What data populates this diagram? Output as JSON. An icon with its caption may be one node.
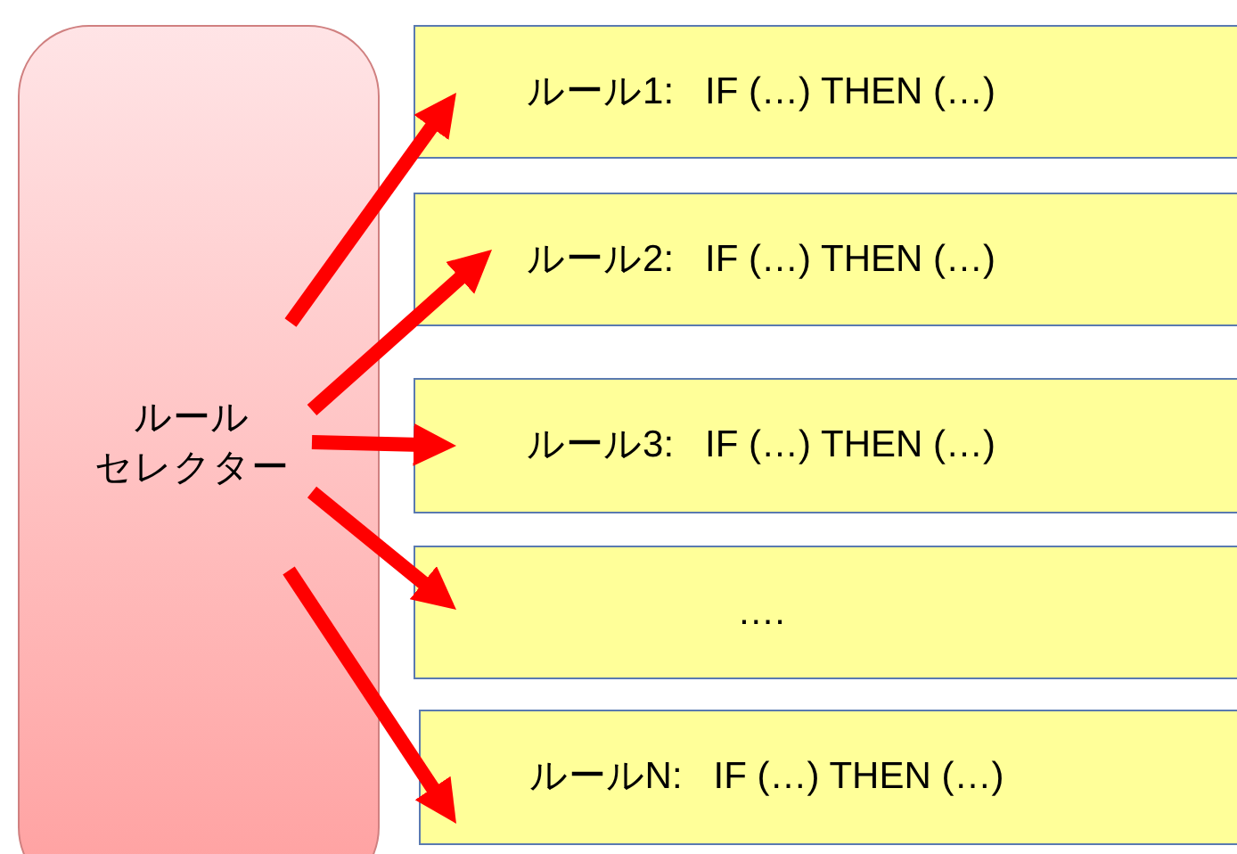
{
  "diagram": {
    "nodes": [
      {
        "text": [
          "ルール",
          "セレクター"
        ]
      },
      {
        "text": [
          "ルール1:   IF (…) THEN (…)"
        ]
      },
      {
        "text": [
          "ルール2:   IF (…) THEN (…)"
        ]
      },
      {
        "text": [
          "ルール3:   IF (…) THEN (…)"
        ]
      },
      {
        "text": [
          "…."
        ]
      },
      {
        "text": [
          "ルールN:   IF (…) THEN (…)"
        ]
      }
    ],
    "edges": [
      {
        "from": 0,
        "to": 1,
        "arrow": "to"
      },
      {
        "from": 0,
        "to": 2,
        "arrow": "to"
      },
      {
        "from": 0,
        "to": 3,
        "arrow": "to"
      },
      {
        "from": 0,
        "to": 4,
        "arrow": "to"
      },
      {
        "from": 0,
        "to": 5,
        "arrow": "to"
      }
    ]
  }
}
